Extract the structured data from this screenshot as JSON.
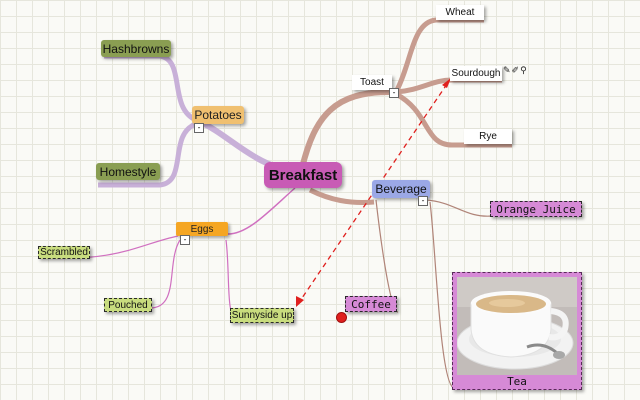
{
  "nodes": {
    "root": "Breakfast",
    "potatoes": "Potatoes",
    "hashbrowns": "Hashbrowns",
    "homestyle": "Homestyle",
    "eggs": "Eggs",
    "scrambled": "Scrambled",
    "poached": "Pouched",
    "sunnyside": "Sunnyside up",
    "toast": "Toast",
    "wheat": "Wheat",
    "sourdough": "Sourdough",
    "rye": "Rye",
    "beverage": "Beverage",
    "orange_juice": "Orange Juice",
    "coffee": "Coffee",
    "tea": "Tea"
  },
  "collapse_symbol": "-",
  "icons": [
    "pencil-icon",
    "edit-icon",
    "link-icon"
  ],
  "colors": {
    "root": "#c85bb5",
    "potatoes": "#f0c070",
    "greens": "#8a9e52",
    "eggs": "#f5a623",
    "lime_tags": "#c8dc7e",
    "beverage": "#9ba8e6",
    "magenta_tags": "#d68ad6",
    "branch_purple": "#c8b0d8",
    "branch_brown": "#c79c8f",
    "connector": "#e0201e"
  }
}
